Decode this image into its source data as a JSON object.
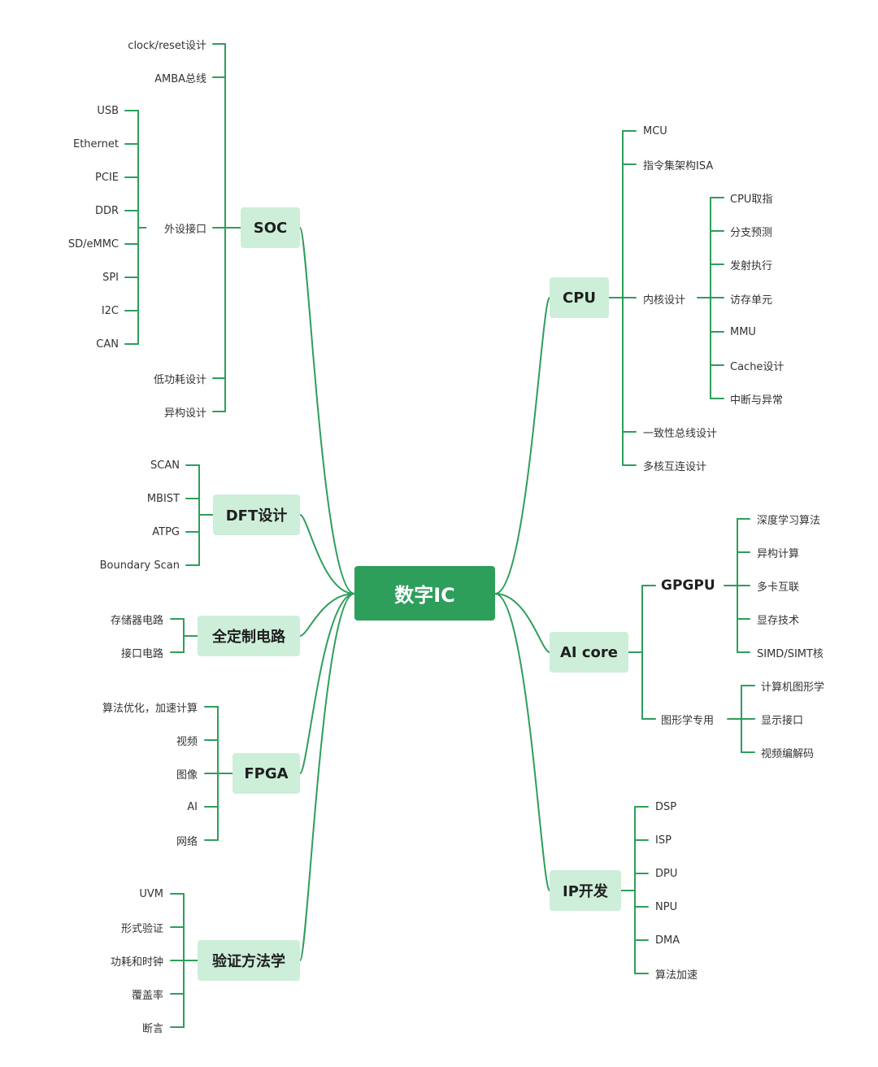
{
  "mindmap": {
    "root": "数字IC",
    "soc": {
      "label": "SOC",
      "items": [
        "clock/reset设计",
        "AMBA总线",
        "外设接口",
        "低功耗设计",
        "异构设计"
      ],
      "peripherals": [
        "USB",
        "Ethernet",
        "PCIE",
        "DDR",
        "SD/eMMC",
        "SPI",
        "I2C",
        "CAN"
      ]
    },
    "dft": {
      "label": "DFT设计",
      "items": [
        "SCAN",
        "MBIST",
        "ATPG",
        "Boundary Scan"
      ]
    },
    "full_custom": {
      "label": "全定制电路",
      "items": [
        "存储器电路",
        "接口电路"
      ]
    },
    "fpga": {
      "label": "FPGA",
      "items": [
        "算法优化，加速计算",
        "视频",
        "图像",
        "AI",
        "网络"
      ]
    },
    "verification": {
      "label": "验证方法学",
      "items": [
        "UVM",
        "形式验证",
        "功耗和时钟",
        "覆盖率",
        "断言"
      ]
    },
    "cpu": {
      "label": "CPU",
      "items": [
        "MCU",
        "指令集架构ISA",
        "内核设计",
        "一致性总线设计",
        "多核互连设计"
      ],
      "core": [
        "CPU取指",
        "分支预测",
        "发射执行",
        "访存单元",
        "MMU",
        "Cache设计",
        "中断与异常"
      ]
    },
    "ai_core": {
      "label": "AI core",
      "gpgpu": {
        "label": "GPGPU",
        "items": [
          "深度学习算法",
          "异构计算",
          "多卡互联",
          "显存技术",
          "SIMD/SIMT核"
        ]
      },
      "graphics": {
        "label": "图形学专用",
        "items": [
          "计算机图形学",
          "显示接口",
          "视频编解码"
        ]
      }
    },
    "ip": {
      "label": "IP开发",
      "items": [
        "DSP",
        "ISP",
        "DPU",
        "NPU",
        "DMA",
        "算法加速"
      ]
    },
    "colors": {
      "link": "#2e9e5b",
      "root_fill": "#2e9e5b",
      "main_fill": "#cdeed9"
    }
  }
}
